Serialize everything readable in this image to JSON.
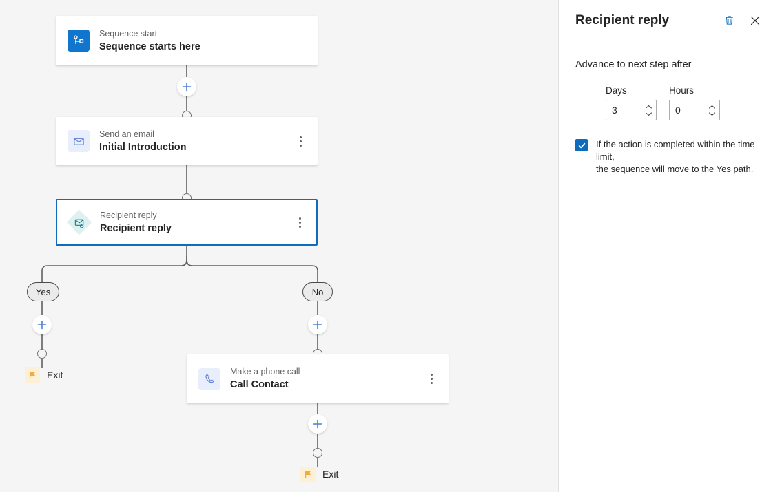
{
  "canvas": {
    "nodes": [
      {
        "id": "sequence-start",
        "subtitle": "Sequence start",
        "title": "Sequence starts here",
        "icon": "sequence-start-icon",
        "has_kebab": false,
        "selected": false
      },
      {
        "id": "send-email",
        "subtitle": "Send an email",
        "title": "Initial Introduction",
        "icon": "envelope-icon",
        "has_kebab": true,
        "selected": false
      },
      {
        "id": "recipient-reply",
        "subtitle": "Recipient reply",
        "title": "Recipient reply",
        "icon": "envelope-reply-icon",
        "has_kebab": true,
        "selected": true
      },
      {
        "id": "phone-call",
        "subtitle": "Make a phone call",
        "title": "Call Contact",
        "icon": "phone-icon",
        "has_kebab": true,
        "selected": false
      }
    ],
    "branches": [
      {
        "id": "yes",
        "label": "Yes"
      },
      {
        "id": "no",
        "label": "No"
      }
    ],
    "exits": [
      {
        "id": "exit-yes",
        "label": "Exit",
        "icon": "flag-icon"
      },
      {
        "id": "exit-no",
        "label": "Exit",
        "icon": "flag-icon"
      }
    ],
    "add_buttons": [
      {
        "id": "add-after-start",
        "icon": "plus-icon"
      },
      {
        "id": "add-yes-branch",
        "icon": "plus-icon"
      },
      {
        "id": "add-no-branch",
        "icon": "plus-icon"
      },
      {
        "id": "add-after-call",
        "icon": "plus-icon"
      }
    ],
    "colors": {
      "canvas_bg": "#f5f5f5",
      "selected_border": "#0f6cbd",
      "start_icon_bg": "#1075cd",
      "email_icon_bg": "#e8eefb",
      "condition_icon_bg": "#def0f0",
      "flag_icon": "#f0ad3e",
      "connector": "#616161"
    }
  },
  "panel": {
    "title": "Recipient reply",
    "delete_icon": "trash-icon",
    "close_icon": "close-icon",
    "section_label": "Advance to next step after",
    "fields": [
      {
        "id": "days",
        "label": "Days",
        "value": "3"
      },
      {
        "id": "hours",
        "label": "Hours",
        "value": "0"
      }
    ],
    "checkbox": {
      "checked": true,
      "line1": "If the action is completed within the time limit,",
      "line2": "the sequence will move to the Yes path."
    },
    "colors": {
      "accent": "#0f6cbd",
      "panel_bg": "#ffffff",
      "divider": "#ebebeb"
    }
  }
}
